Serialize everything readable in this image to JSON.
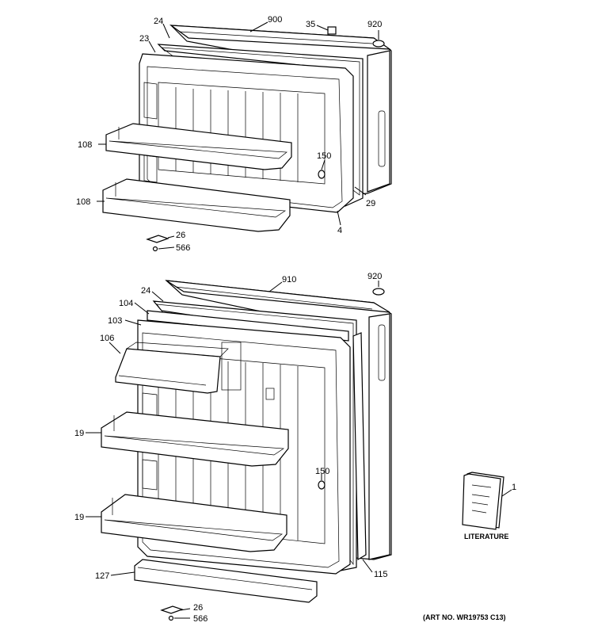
{
  "callouts": {
    "top": {
      "c900": "900",
      "c35": "35",
      "c920": "920",
      "c24": "24",
      "c23": "23",
      "c108a": "108",
      "c108b": "108",
      "c150": "150",
      "c29": "29",
      "c4": "4",
      "c26": "26",
      "c566": "566"
    },
    "bottom": {
      "c910": "910",
      "c920": "920",
      "c24": "24",
      "c104": "104",
      "c103": "103",
      "c106": "106",
      "c19a": "19",
      "c150": "150",
      "c19b": "19",
      "c127": "127",
      "c115": "115",
      "c26": "26",
      "c566": "566"
    },
    "literature": {
      "c1": "1"
    }
  },
  "labels": {
    "literature": "LITERATURE",
    "art_no": "(ART NO. WR19753 C13)"
  }
}
